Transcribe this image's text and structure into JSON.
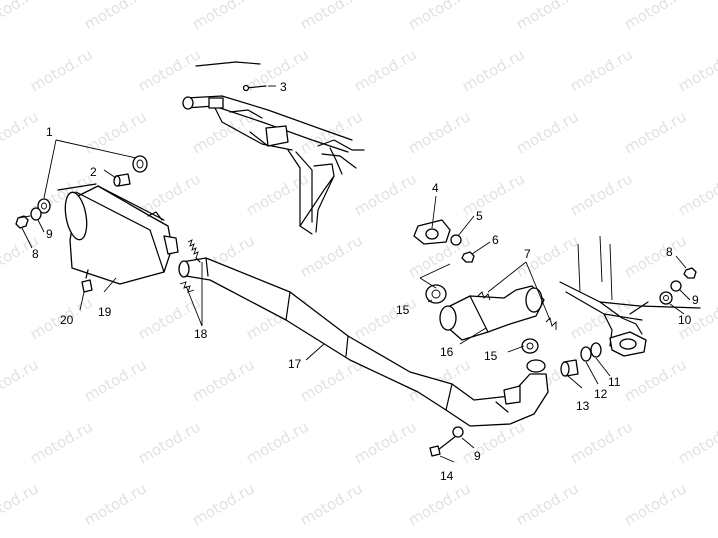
{
  "watermark": "motod.ru",
  "callouts": [
    {
      "id": "c1",
      "text": "1"
    },
    {
      "id": "c2",
      "text": "2"
    },
    {
      "id": "c3",
      "text": "3"
    },
    {
      "id": "c4",
      "text": "4"
    },
    {
      "id": "c5",
      "text": "5"
    },
    {
      "id": "c6",
      "text": "6"
    },
    {
      "id": "c7",
      "text": "7"
    },
    {
      "id": "c8a",
      "text": "8"
    },
    {
      "id": "c8b",
      "text": "8"
    },
    {
      "id": "c9a",
      "text": "9"
    },
    {
      "id": "c9b",
      "text": "9"
    },
    {
      "id": "c9c",
      "text": "9"
    },
    {
      "id": "c10",
      "text": "10"
    },
    {
      "id": "c11",
      "text": "11"
    },
    {
      "id": "c12",
      "text": "12"
    },
    {
      "id": "c13",
      "text": "13"
    },
    {
      "id": "c14",
      "text": "14"
    },
    {
      "id": "c15a",
      "text": "15"
    },
    {
      "id": "c15b",
      "text": "15"
    },
    {
      "id": "c16",
      "text": "16"
    },
    {
      "id": "c17",
      "text": "17"
    },
    {
      "id": "c18",
      "text": "18"
    },
    {
      "id": "c19",
      "text": "19"
    },
    {
      "id": "c20",
      "text": "20"
    }
  ]
}
